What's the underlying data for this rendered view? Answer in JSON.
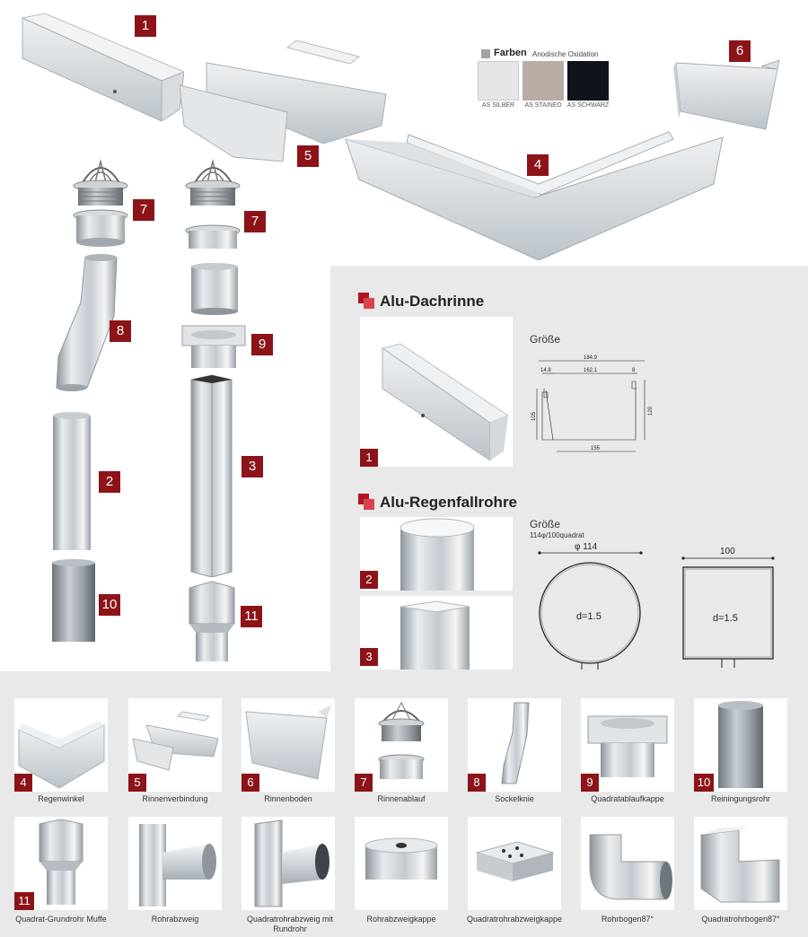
{
  "hero_numbers": [
    "1",
    "5",
    "6",
    "4",
    "7",
    "7",
    "8",
    "9",
    "2",
    "3",
    "10",
    "11"
  ],
  "colors": {
    "title": "Farben",
    "subtitle": "Anodische Oxidation",
    "swatches": [
      {
        "label": "AS SILBER",
        "color": "#e4e6e8"
      },
      {
        "label": "AS STAINED",
        "color": "#b9aca4"
      },
      {
        "label": "AS SCHWARZ",
        "color": "#0f141b"
      }
    ]
  },
  "dachrinne": {
    "title": "Alu-Dachrinne",
    "photo_num": "1",
    "size_label": "Größe",
    "dims": {
      "top": "184.9",
      "left_small": "14.8",
      "mid": "162.1",
      "right_small": "8",
      "height_left": "105",
      "height_right": "120",
      "bottom": "155"
    }
  },
  "regenfallrohre": {
    "title": "Alu-Regenfallrohre",
    "photo_nums": [
      "2",
      "3"
    ],
    "size_label": "Größe",
    "size_sub": "114φ/100quadrat",
    "round_dim": "φ 114",
    "round_thickness": "d=1.5",
    "square_dim": "100",
    "square_thickness": "d=1.5"
  },
  "catalog_row1": [
    {
      "num": "4",
      "label": "Regenwinkel"
    },
    {
      "num": "5",
      "label": "Rinnenverbindung"
    },
    {
      "num": "6",
      "label": "Rinnenboden"
    },
    {
      "num": "7",
      "label": "Rinnenablauf"
    },
    {
      "num": "8",
      "label": "Sockelknie"
    },
    {
      "num": "9",
      "label": "Quadratablaufkappe"
    },
    {
      "num": "10",
      "label": "Reiningungsrohr"
    }
  ],
  "catalog_row2": [
    {
      "num": "11",
      "label": "Quadrat-Grundrohr Muffe"
    },
    {
      "num": "",
      "label": "Rohrabzweig"
    },
    {
      "num": "",
      "label": "Quadratrohrabzweig mit Rundrohr"
    },
    {
      "num": "",
      "label": "Rohrabzweigkappe"
    },
    {
      "num": "",
      "label": "Quadratrohrabzweigkappe"
    },
    {
      "num": "",
      "label": "Rohrbogen87°"
    },
    {
      "num": "",
      "label": "Quadratrohrbogen87°"
    }
  ]
}
